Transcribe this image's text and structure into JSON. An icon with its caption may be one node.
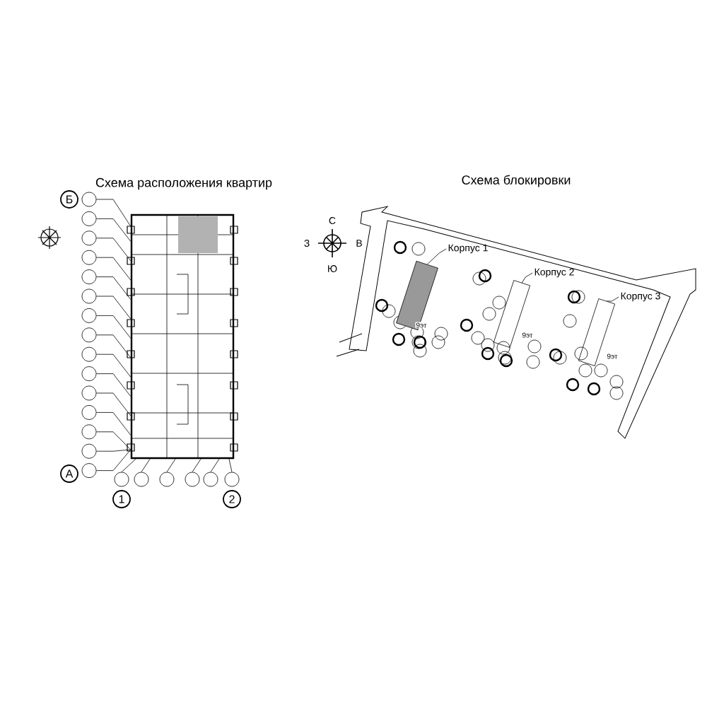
{
  "diagram": {
    "nodes": [
      {
        "text": [],
        "shape": "box"
      },
      {
        "text": [
          "Б"
        ]
      },
      {
        "text": [
          "А"
        ]
      },
      {
        "text": [
          "1"
        ]
      },
      {
        "text": [
          "2"
        ]
      },
      {
        "text": [],
        "shape": "circle"
      },
      {
        "text": [],
        "shape": "circle"
      },
      {
        "text": [],
        "shape": "circle"
      },
      {
        "text": [],
        "shape": "circle"
      },
      {
        "text": [],
        "shape": "circle"
      },
      {
        "text": [],
        "shape": "circle"
      },
      {
        "text": [],
        "shape": "circle"
      },
      {
        "text": [],
        "shape": "circle"
      },
      {
        "text": [],
        "shape": "circle"
      },
      {
        "text": [],
        "shape": "circle"
      },
      {
        "text": [],
        "shape": "circle"
      },
      {
        "text": [],
        "shape": "circle"
      },
      {
        "text": [],
        "shape": "circle"
      },
      {
        "text": [],
        "shape": "circle"
      },
      {
        "text": [],
        "shape": "circle"
      },
      {
        "text": [],
        "shape": "circle"
      },
      {
        "text": [],
        "shape": "circle"
      },
      {
        "text": [],
        "shape": "circle"
      },
      {
        "text": [],
        "shape": "circle"
      },
      {
        "text": [],
        "shape": "circle"
      },
      {
        "text": [],
        "shape": "circle"
      },
      {
        "text": [],
        "shape": "box",
        "beside": [
          "9эт"
        ]
      },
      {
        "text": [],
        "shape": "box",
        "beside": [
          "9эт"
        ]
      },
      {
        "text": [],
        "shape": "box",
        "beside": [
          "9эт"
        ]
      },
      {
        "text": [
          "Корпус 1"
        ]
      },
      {
        "text": [
          "Корпус 2"
        ]
      },
      {
        "text": [
          "Корпус 3"
        ]
      }
    ],
    "edges": [
      {
        "from": 5,
        "to": 0,
        "arrow": "none"
      },
      {
        "from": 6,
        "to": 0,
        "arrow": "none"
      },
      {
        "from": 7,
        "to": 0,
        "arrow": "none"
      },
      {
        "from": 8,
        "to": 0,
        "arrow": "none"
      },
      {
        "from": 9,
        "to": 0,
        "arrow": "none"
      },
      {
        "from": 10,
        "to": 0,
        "arrow": "none"
      },
      {
        "from": 11,
        "to": 0,
        "arrow": "none"
      },
      {
        "from": 12,
        "to": 0,
        "arrow": "none"
      },
      {
        "from": 13,
        "to": 0,
        "arrow": "none"
      },
      {
        "from": 14,
        "to": 0,
        "arrow": "none"
      },
      {
        "from": 15,
        "to": 0,
        "arrow": "none"
      },
      {
        "from": 16,
        "to": 0,
        "arrow": "none"
      },
      {
        "from": 17,
        "to": 0,
        "arrow": "none"
      },
      {
        "from": 18,
        "to": 0,
        "arrow": "none"
      },
      {
        "from": 19,
        "to": 0,
        "arrow": "none"
      },
      {
        "from": 20,
        "to": 0,
        "arrow": "none"
      },
      {
        "from": 21,
        "to": 0,
        "arrow": "none"
      },
      {
        "from": 22,
        "to": 0,
        "arrow": "none"
      },
      {
        "from": 23,
        "to": 0,
        "arrow": "none"
      },
      {
        "from": 24,
        "to": 0,
        "arrow": "none"
      },
      {
        "from": 25,
        "to": 0,
        "arrow": "none"
      },
      {
        "from": 29,
        "to": 26,
        "arrow": "none"
      },
      {
        "from": 30,
        "to": 27,
        "arrow": "none"
      },
      {
        "from": 31,
        "to": 28,
        "arrow": "none"
      }
    ],
    "labels": [
      "Схема расположения квартир",
      "Схема блокировки",
      "С",
      "З",
      "В",
      "Ю"
    ]
  }
}
